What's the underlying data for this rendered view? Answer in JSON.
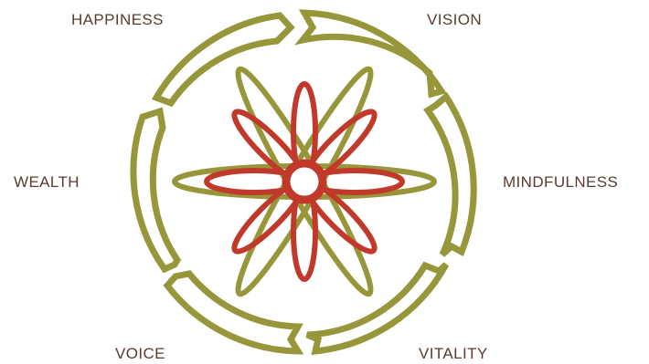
{
  "labels": {
    "happiness": "HAPPINESS",
    "vision": "VISION",
    "wealth": "WEALTH",
    "mindfulness": "MINDFULNESS",
    "voice": "VOICE",
    "vitality": "VITALITY"
  },
  "colors": {
    "ring": "#97963a",
    "outer_petals": "#97963a",
    "inner_petals": "#c0392b",
    "label_text": "#5a3b2e",
    "background": "#ffffff"
  },
  "icons": {
    "outer_ring": "segmented-arrow-ring",
    "center": "flower-icon"
  }
}
